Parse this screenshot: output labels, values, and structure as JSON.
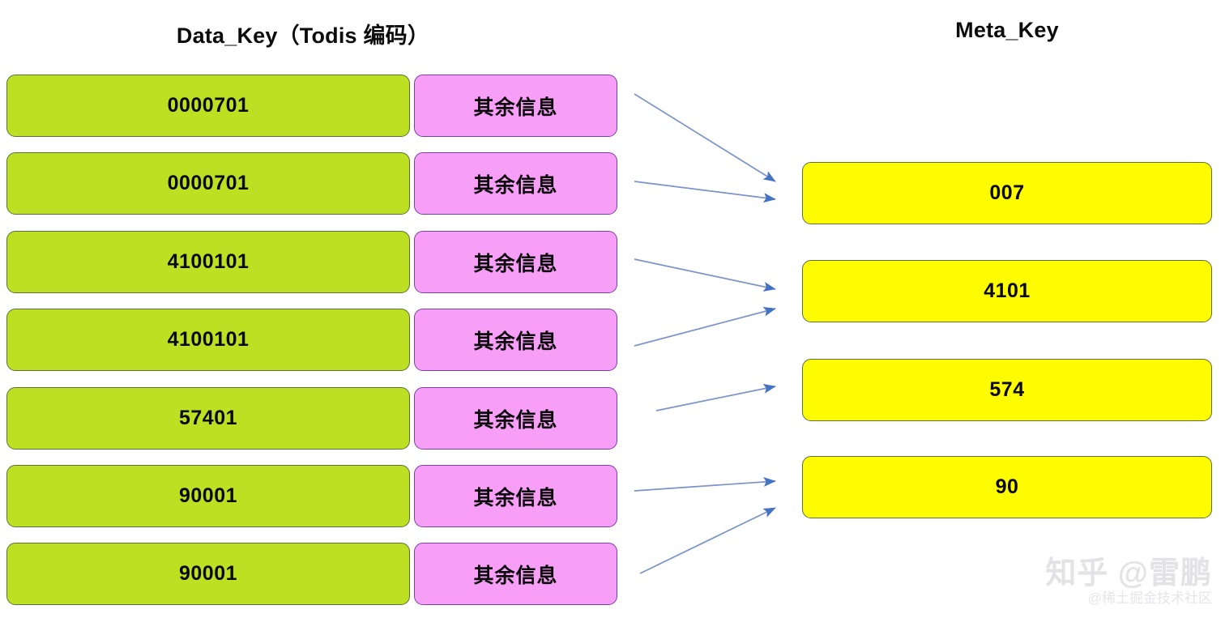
{
  "headers": {
    "left": "Data_Key（Todis 编码）",
    "right": "Meta_Key"
  },
  "colors": {
    "data_key_fill": "#bde023",
    "data_key_border": "#5a7040",
    "rest_info_fill": "#f79ef7",
    "rest_info_border": "#7c3fa8",
    "meta_key_fill": "#fffb00",
    "meta_key_border": "#5a7040",
    "arrow": "#4472c4",
    "background": "#ffffff",
    "watermark": "#e3e3e5"
  },
  "data_rows": [
    {
      "key": "0000701",
      "rest": "其余信息"
    },
    {
      "key": "0000701",
      "rest": "其余信息"
    },
    {
      "key": "4100101",
      "rest": "其余信息"
    },
    {
      "key": "4100101",
      "rest": "其余信息"
    },
    {
      "key": "57401",
      "rest": "其余信息"
    },
    {
      "key": "90001",
      "rest": "其余信息"
    },
    {
      "key": "90001",
      "rest": "其余信息"
    }
  ],
  "meta_rows": [
    {
      "key": "007"
    },
    {
      "key": "4101"
    },
    {
      "key": "574"
    },
    {
      "key": "90"
    }
  ],
  "mappings": [
    {
      "from_row": 0,
      "to_meta": 0
    },
    {
      "from_row": 1,
      "to_meta": 0
    },
    {
      "from_row": 2,
      "to_meta": 1
    },
    {
      "from_row": 3,
      "to_meta": 1
    },
    {
      "from_row": 4,
      "to_meta": 2
    },
    {
      "from_row": 5,
      "to_meta": 3
    },
    {
      "from_row": 6,
      "to_meta": 3
    }
  ],
  "watermark": {
    "main": "知乎 @雷鹏",
    "sub": "@稀土掘金技术社区"
  }
}
